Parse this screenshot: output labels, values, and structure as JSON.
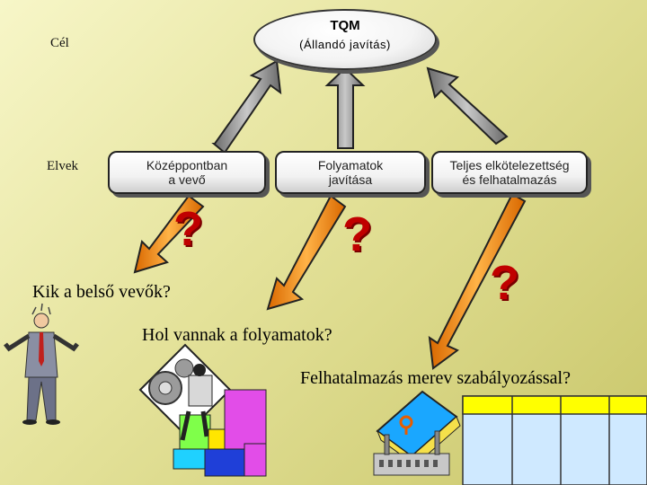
{
  "goal": {
    "row_label": "Cél",
    "title": "TQM",
    "subtitle": "(Állandó javítás)"
  },
  "principles": {
    "row_label": "Elvek",
    "boxes": [
      {
        "line1": "Középpontban",
        "line2": "a vevő"
      },
      {
        "line1": "Folyamatok",
        "line2": "javítása"
      },
      {
        "line1": "Teljes elkötelezettség",
        "line2": "és felhatalmazás"
      }
    ]
  },
  "question_marks": [
    "?",
    "?",
    "?"
  ],
  "questions": [
    "Kik a belső vevők?",
    "Hol vannak a folyamatok?",
    "Felhatalmazás merev szabályozással?"
  ],
  "colors": {
    "up_arrow": "#9a9a9a",
    "down_arrow": "#f28c0c",
    "question_mark": "#c00000"
  },
  "icons": [
    "businessman-icon",
    "puzzle-worker-icon",
    "rulebook-factory-icon",
    "empty-table-icon"
  ]
}
